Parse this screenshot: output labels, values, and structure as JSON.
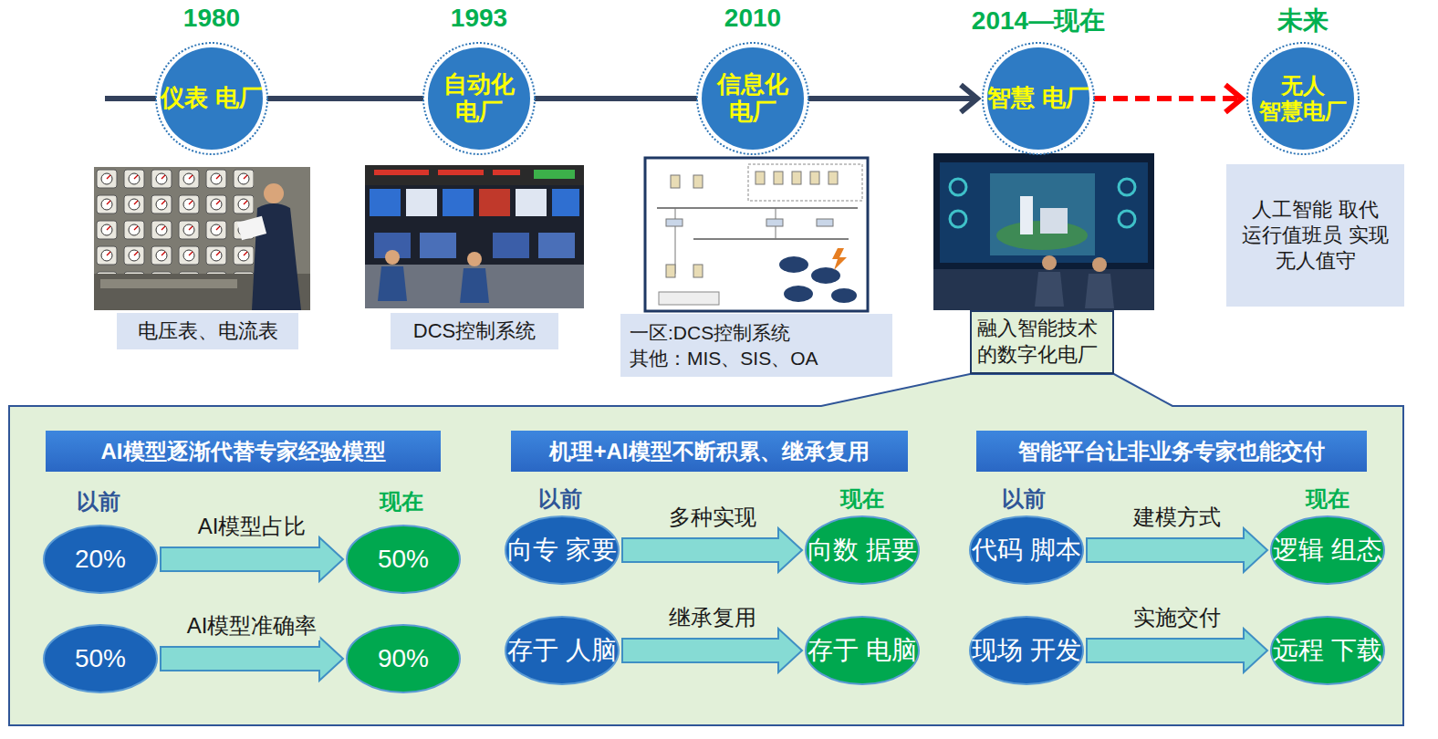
{
  "diagram": {
    "nodes": [
      {
        "text": [
          "1980",
          "仪表 电厂"
        ]
      },
      {
        "text": [
          "1993",
          "自动化 电厂"
        ]
      },
      {
        "text": [
          "2010",
          "信息化 电厂"
        ]
      },
      {
        "text": [
          "2014—现在",
          "智慧 电厂"
        ]
      },
      {
        "text": [
          "未来",
          "无人 智慧电厂"
        ]
      },
      {
        "text": [
          "电压表、电流表"
        ]
      },
      {
        "text": [
          "DCS控制系统"
        ]
      },
      {
        "text": [
          "一区:DCS控制系统 其他：MIS、SIS、OA"
        ]
      },
      {
        "text": [
          "融入智能技术 的数字化电厂"
        ]
      },
      {
        "text": [
          "人工智能 取代 运行值班员 实现 无人值守"
        ]
      },
      {
        "text": []
      },
      {
        "text": [
          "AI模型逐渐代替专家经验模型"
        ],
        "in": 10
      },
      {
        "text": [
          "20%"
        ],
        "in": 10
      },
      {
        "text": [
          "50%"
        ],
        "in": 10
      },
      {
        "text": [
          "50%"
        ],
        "in": 10
      },
      {
        "text": [
          "90%"
        ],
        "in": 10
      },
      {
        "text": [
          "机理+AI模型不断积累、继承复用"
        ],
        "in": 10
      },
      {
        "text": [
          "向专 家要"
        ],
        "in": 10
      },
      {
        "text": [
          "向数 据要"
        ],
        "in": 10
      },
      {
        "text": [
          "存于 人脑"
        ],
        "in": 10
      },
      {
        "text": [
          "存于 电脑"
        ],
        "in": 10
      },
      {
        "text": [
          "智能平台让非业务专家也能交付"
        ],
        "in": 10
      },
      {
        "text": [
          "代码 脚本"
        ],
        "in": 10
      },
      {
        "text": [
          "逻辑 组态"
        ],
        "in": 10
      },
      {
        "text": [
          "现场 开发"
        ],
        "in": 10
      },
      {
        "text": [
          "远程 下载"
        ],
        "in": 10
      }
    ],
    "edges": [
      {
        "from": 0,
        "to": 1,
        "arrow": "none"
      },
      {
        "from": 1,
        "to": 2,
        "arrow": "none"
      },
      {
        "from": 2,
        "to": 3,
        "arrow": "to"
      },
      {
        "from": 3,
        "to": 4,
        "arrow": "to"
      },
      {
        "from": 12,
        "to": 13,
        "label": "AI模型占比",
        "arrow": "to"
      },
      {
        "from": 14,
        "to": 15,
        "label": "AI模型准确率",
        "arrow": "to"
      },
      {
        "from": 17,
        "to": 18,
        "label": "多种实现",
        "arrow": "to"
      },
      {
        "from": 19,
        "to": 20,
        "label": "继承复用",
        "arrow": "to"
      },
      {
        "from": 22,
        "to": 23,
        "label": "建模方式",
        "arrow": "to"
      },
      {
        "from": 24,
        "to": 25,
        "label": "实施交付",
        "arrow": "to"
      }
    ],
    "labels": [
      "以前",
      "现在",
      "以前",
      "现在",
      "以前",
      "现在"
    ]
  }
}
